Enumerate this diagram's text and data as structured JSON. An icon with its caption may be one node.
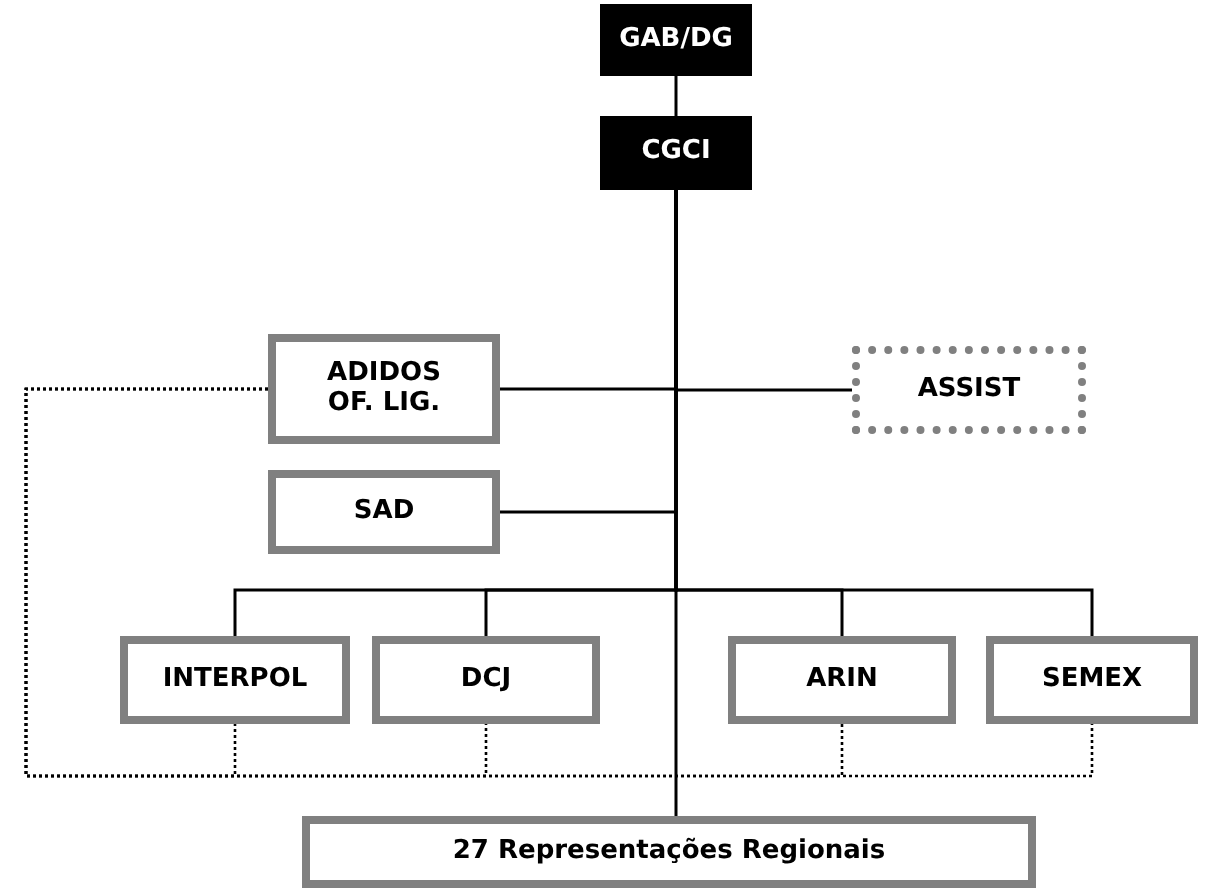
{
  "diagram": {
    "nodes": [
      {
        "text": [
          "GAB/DG"
        ]
      },
      {
        "text": [
          "CGCI"
        ]
      },
      {
        "text": [
          "ADIDOS OF. LIG."
        ]
      },
      {
        "text": [
          "ASSIST"
        ]
      },
      {
        "text": [
          "SAD"
        ]
      },
      {
        "text": [
          "INTERPOL"
        ]
      },
      {
        "text": [
          "DCJ"
        ]
      },
      {
        "text": [
          "ARIN"
        ]
      },
      {
        "text": [
          "SEMEX"
        ]
      },
      {
        "text": [
          "27 Representações Regionais"
        ]
      }
    ],
    "edges": [
      {
        "from": 0,
        "to": 1,
        "arrow": "none"
      },
      {
        "from": 1,
        "to": 2,
        "arrow": "none"
      },
      {
        "from": 1,
        "to": 3,
        "arrow": "none"
      },
      {
        "from": 1,
        "to": 4,
        "arrow": "none"
      },
      {
        "from": 1,
        "to": 5,
        "arrow": "none"
      },
      {
        "from": 1,
        "to": 6,
        "arrow": "none"
      },
      {
        "from": 1,
        "to": 7,
        "arrow": "none"
      },
      {
        "from": 1,
        "to": 8,
        "arrow": "none"
      },
      {
        "from": 1,
        "to": 9,
        "arrow": "none"
      },
      {
        "from": 2,
        "to": 5,
        "arrow": "none",
        "style": "dashed"
      },
      {
        "from": 2,
        "to": 6,
        "arrow": "none",
        "style": "dashed"
      },
      {
        "from": 2,
        "to": 7,
        "arrow": "none",
        "style": "dashed"
      },
      {
        "from": 2,
        "to": 8,
        "arrow": "none",
        "style": "dashed"
      }
    ]
  }
}
